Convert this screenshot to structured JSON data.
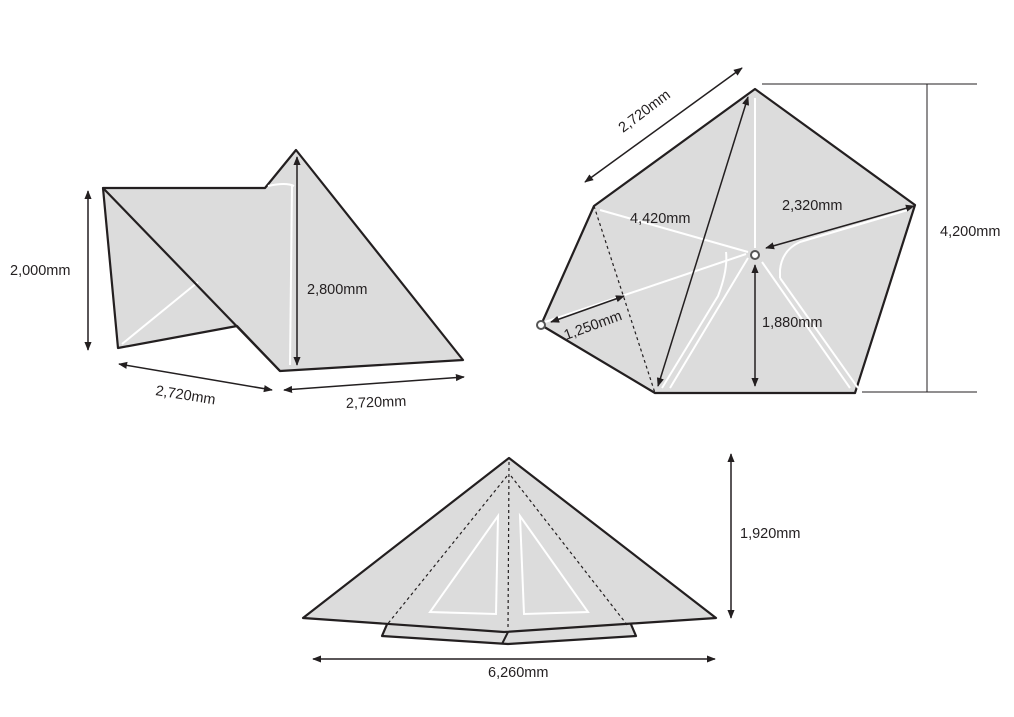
{
  "side_view": {
    "height_label": "2,000mm",
    "peak_height_label": "2,800mm",
    "width_left_label": "2,720mm",
    "width_right_label": "2,720mm"
  },
  "top_view": {
    "edge_label": "2,720mm",
    "diagonal_label": "4,420mm",
    "center_to_corner_label": "2,320mm",
    "total_depth_label": "4,200mm",
    "center_to_edge_label": "1,880mm",
    "pole_offset_label": "1,250mm"
  },
  "front_view": {
    "height_label": "1,920mm",
    "width_label": "6,260mm"
  }
}
